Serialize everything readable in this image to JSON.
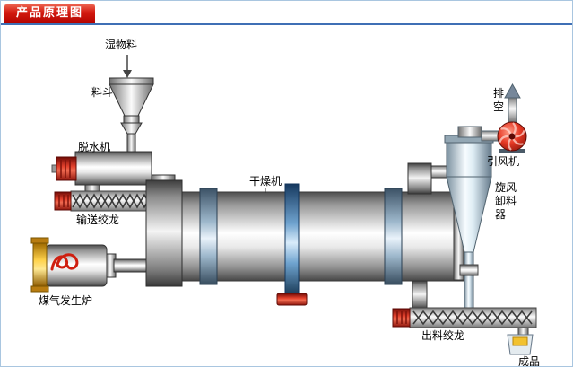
{
  "header": {
    "title": "产品原理图"
  },
  "diagram": {
    "labels": {
      "wet_material": "湿物料",
      "hopper": "料斗",
      "dewaterer": "脱水机",
      "feed_screw": "输送绞龙",
      "gas_furnace": "煤气发生炉",
      "dryer": "干燥机",
      "exhaust": "排空",
      "fan": "引风机",
      "cyclone": "旋风卸料器",
      "discharge_screw": "出料绞龙",
      "product": "成品"
    },
    "colors": {
      "tab_red": "#c20000",
      "header_line_blue": "#3f6fb5",
      "support_blue": "#6fa3cf",
      "motor_red": "#e2402c",
      "furnace_yellow": "#ffd34d"
    }
  }
}
